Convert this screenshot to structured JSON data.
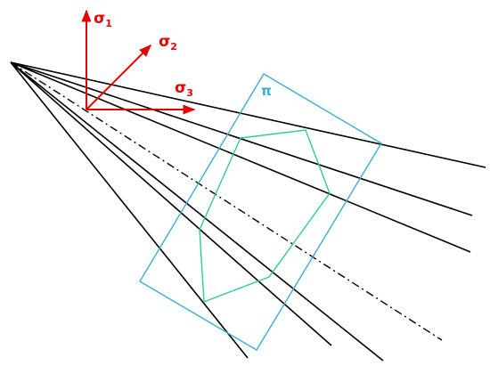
{
  "colors": {
    "axis": "#e60000",
    "plane": "#3ab0d0",
    "hexagon": "#2ecc9a",
    "lines": "#000000"
  },
  "labels": {
    "sigma1": "σ",
    "sigma1_sub": "1",
    "sigma2": "σ",
    "sigma2_sub": "2",
    "sigma3": "σ",
    "sigma3_sub": "3",
    "plane": "π"
  }
}
